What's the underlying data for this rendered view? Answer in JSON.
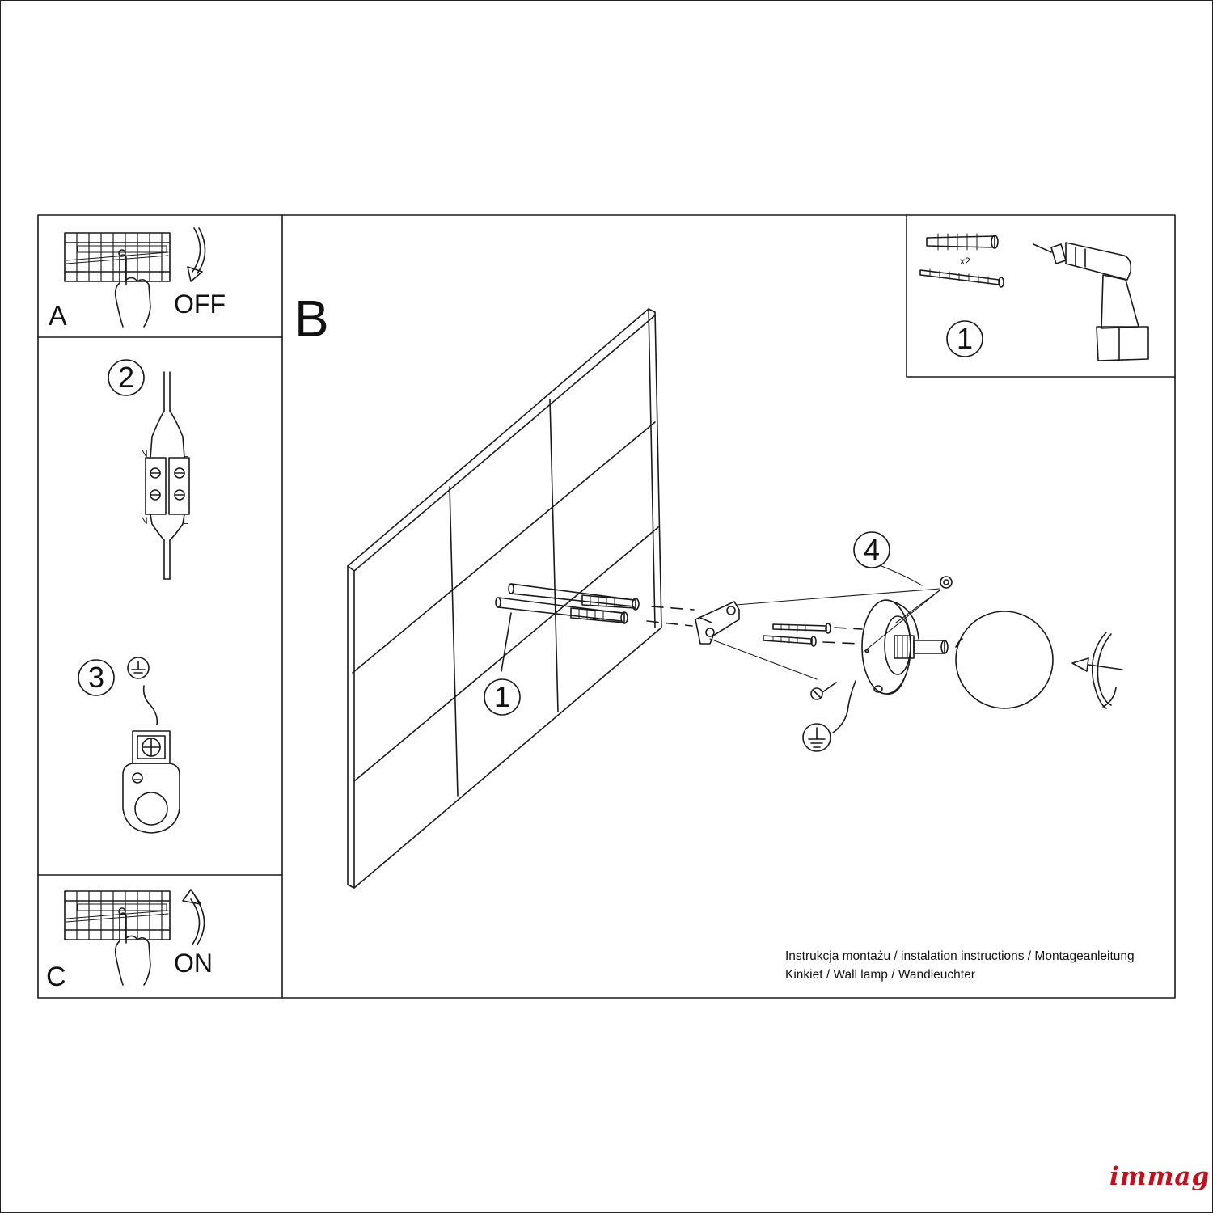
{
  "panel_a": {
    "letter": "A",
    "state": "OFF"
  },
  "panel_b": {
    "letter": "B"
  },
  "panel_c": {
    "letter": "C",
    "state": "ON"
  },
  "tools": {
    "step": "1",
    "quantity": "x2"
  },
  "wiring": {
    "step": "2",
    "terminal_top_left": "N",
    "terminal_top_right": "L",
    "terminal_bottom_left": "N",
    "terminal_bottom_right": "L"
  },
  "ground": {
    "step": "3"
  },
  "assembly": {
    "wall_step": "1",
    "nut_step": "4"
  },
  "footer": {
    "line1": "Instrukcja montażu / instalation instructions / Montageanleitung",
    "line2": "Kinkiet / Wall lamp / Wandleuchter"
  },
  "brand": "immag"
}
